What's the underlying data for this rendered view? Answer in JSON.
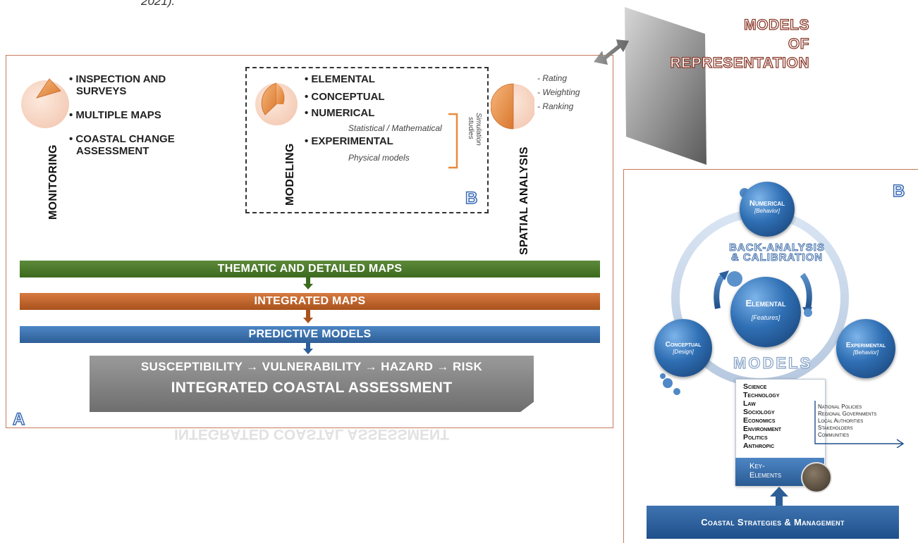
{
  "caption": "2021).",
  "panel_a": {
    "letter": "A",
    "monitoring": {
      "label": "MONITORING",
      "bullets": [
        "• INSPECTION AND",
        "SURVEYS",
        "• MULTIPLE MAPS",
        "• COASTAL CHANGE",
        "ASSESSMENT"
      ]
    },
    "modeling": {
      "label": "MODELING",
      "items": [
        "• ELEMENTAL",
        "• CONCEPTUAL",
        "• NUMERICAL",
        "• EXPERIMENTAL"
      ],
      "numerical_note": "Statistical / Mathematical",
      "experimental_note": "Physical models",
      "bracket_note": [
        "Simulation",
        "studies"
      ],
      "letter": "B"
    },
    "spatial": {
      "label": "SPATIAL ANALYSIS",
      "items": [
        "- Rating",
        "- Weighting",
        "- Ranking"
      ]
    },
    "bands": [
      "THEMATIC AND DETAILED MAPS",
      "INTEGRATED MAPS",
      "PREDICTIVE MODELS"
    ],
    "assessment": {
      "chain": "SUSCEPTIBILITY → VULNERABILITY → HAZARD → RISK",
      "title": "INTEGRATED COASTAL ASSESSMENT"
    }
  },
  "models_of_representation": [
    "MODELS",
    "OF",
    "REPRESENTATION"
  ],
  "panel_b": {
    "letter": "B",
    "numerical": {
      "title": "Numerical",
      "sub": "[Behavior]"
    },
    "elemental": {
      "title": "Elemental",
      "sub": "[Features]"
    },
    "conceptual": {
      "title": "Conceptual",
      "sub": "[Design]"
    },
    "experimental": {
      "title": "Experimental",
      "sub": "[Behavior]"
    },
    "arc_text": [
      "BACK-ANALYSIS",
      "& CALIBRATION"
    ],
    "models_label": "MODELS",
    "key_list": [
      "Science",
      "Technology",
      "Law",
      "Sociology",
      "Economics",
      "Environment",
      "Politics",
      "Anthropic"
    ],
    "key_elements": [
      "Key-",
      "Elements"
    ],
    "actors": [
      "National Policies",
      "Regional Governments",
      "Local Authorities",
      "Stakeholders",
      "Communities"
    ],
    "bottom_box": "Coastal Strategies & Management"
  },
  "colors": {
    "green_band": "#4a7a2a",
    "orange_band": "#c0652e",
    "blue_band": "#3a72b0",
    "dark_blue": "#1e4f8a",
    "panel_border": "#c8795a"
  }
}
